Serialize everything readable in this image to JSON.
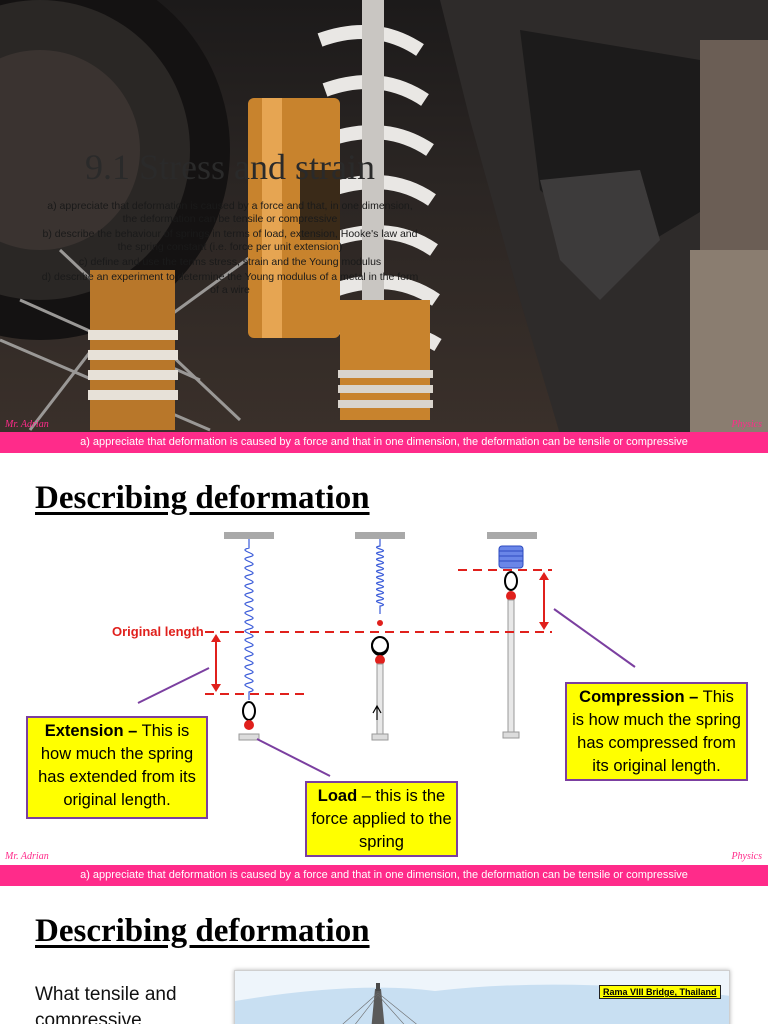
{
  "slide1": {
    "title": "9.1 Stress and strain",
    "objectives": [
      "a) appreciate that deformation is caused by a force and that, in one dimension, the deformation can be tensile or compressive",
      "b) describe the behaviour of springs in terms of load, extension, Hooke's law and the spring constant (i.e. force per unit extension)",
      "c) define and use the terms stress, strain and the Young modulus",
      "d) describe an experiment to determine the Young modulus of a metal in the form of a wire"
    ],
    "footer_left": "Mr. Adrian",
    "footer_right": "Physics",
    "bar_text": "a) appreciate that deformation is caused by a force and that in one dimension, the deformation can be tensile or compressive"
  },
  "slide2": {
    "title": "Describing deformation",
    "original_length_label": "Original length",
    "extension": {
      "term": "Extension –",
      "text": " This is how much the spring has extended from its original length."
    },
    "load": {
      "term": "Load",
      "text": " – this is the force applied to the spring"
    },
    "compression": {
      "term": "Compression –",
      "text": " This is how much the spring has compressed from its original length."
    },
    "footer_left": "Mr. Adrian",
    "footer_right": "Physics",
    "bar_text": "a) appreciate that deformation is caused by a force and that in one dimension, the deformation can be tensile or compressive",
    "colors": {
      "spring": "#3a5bd9",
      "dash": "#e0201c",
      "callout_bg": "#ffff00",
      "callout_border": "#7b3fa0"
    }
  },
  "slide3": {
    "title": "Describing deformation",
    "text": "What tensile and compressive",
    "photo_label": "Rama VIII Bridge, Thailand"
  }
}
